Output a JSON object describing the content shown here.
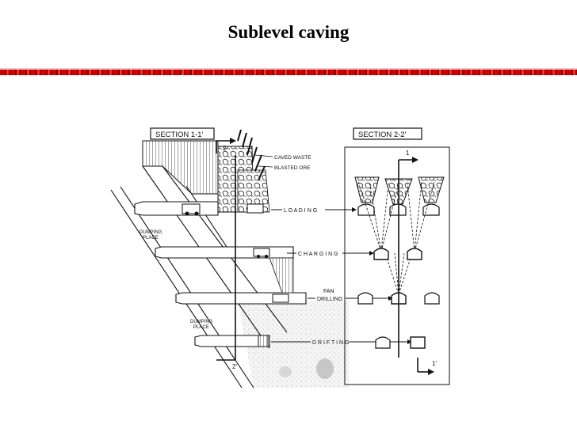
{
  "slide": {
    "title": "Sublevel caving"
  },
  "diagram": {
    "section_left": "SECTION  1-1'",
    "section_right": "SECTION  2-2'",
    "caved_waste": "CAVED WASTE",
    "blasted_ore": "BLASTED ORE",
    "dumping_place_1": "DUMPING\nPLACE",
    "dumping_place_2": "DUMPING\nPLACE",
    "loading": "L O A D I N G",
    "charging": "C H A R G I N G",
    "fan": "FAN",
    "drilling": "DRILLING",
    "drifting": "D R I F T I N G",
    "marker_2_top": "2",
    "marker_2_bottom": "2'",
    "marker_1_top": "1",
    "marker_1_bottom": "1'"
  },
  "colors": {
    "rule_red": "#d40000",
    "ink": "#111111"
  }
}
